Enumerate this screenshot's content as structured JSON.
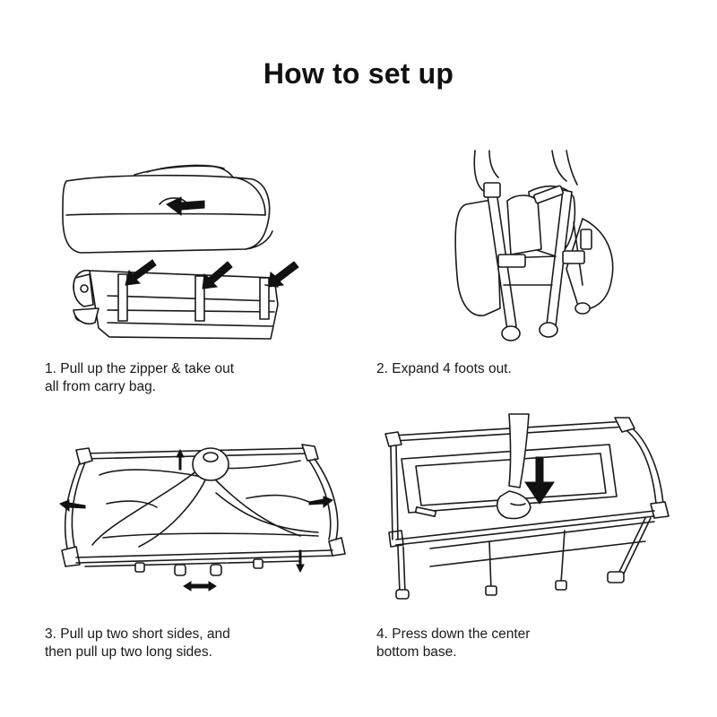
{
  "title": "How to set up",
  "steps": [
    {
      "caption_line1": "1. Pull up the zipper & take out",
      "caption_line2": "all from carry bag."
    },
    {
      "caption_line1": "2. Expand 4 foots out.",
      "caption_line2": ""
    },
    {
      "caption_line1": "3. Pull up two short sides, and",
      "caption_line2": "then pull up two long sides."
    },
    {
      "caption_line1": "4. Press down the center",
      "caption_line2": "bottom base."
    }
  ],
  "colors": {
    "ink": "#1a1a1a",
    "background": "#ffffff"
  }
}
